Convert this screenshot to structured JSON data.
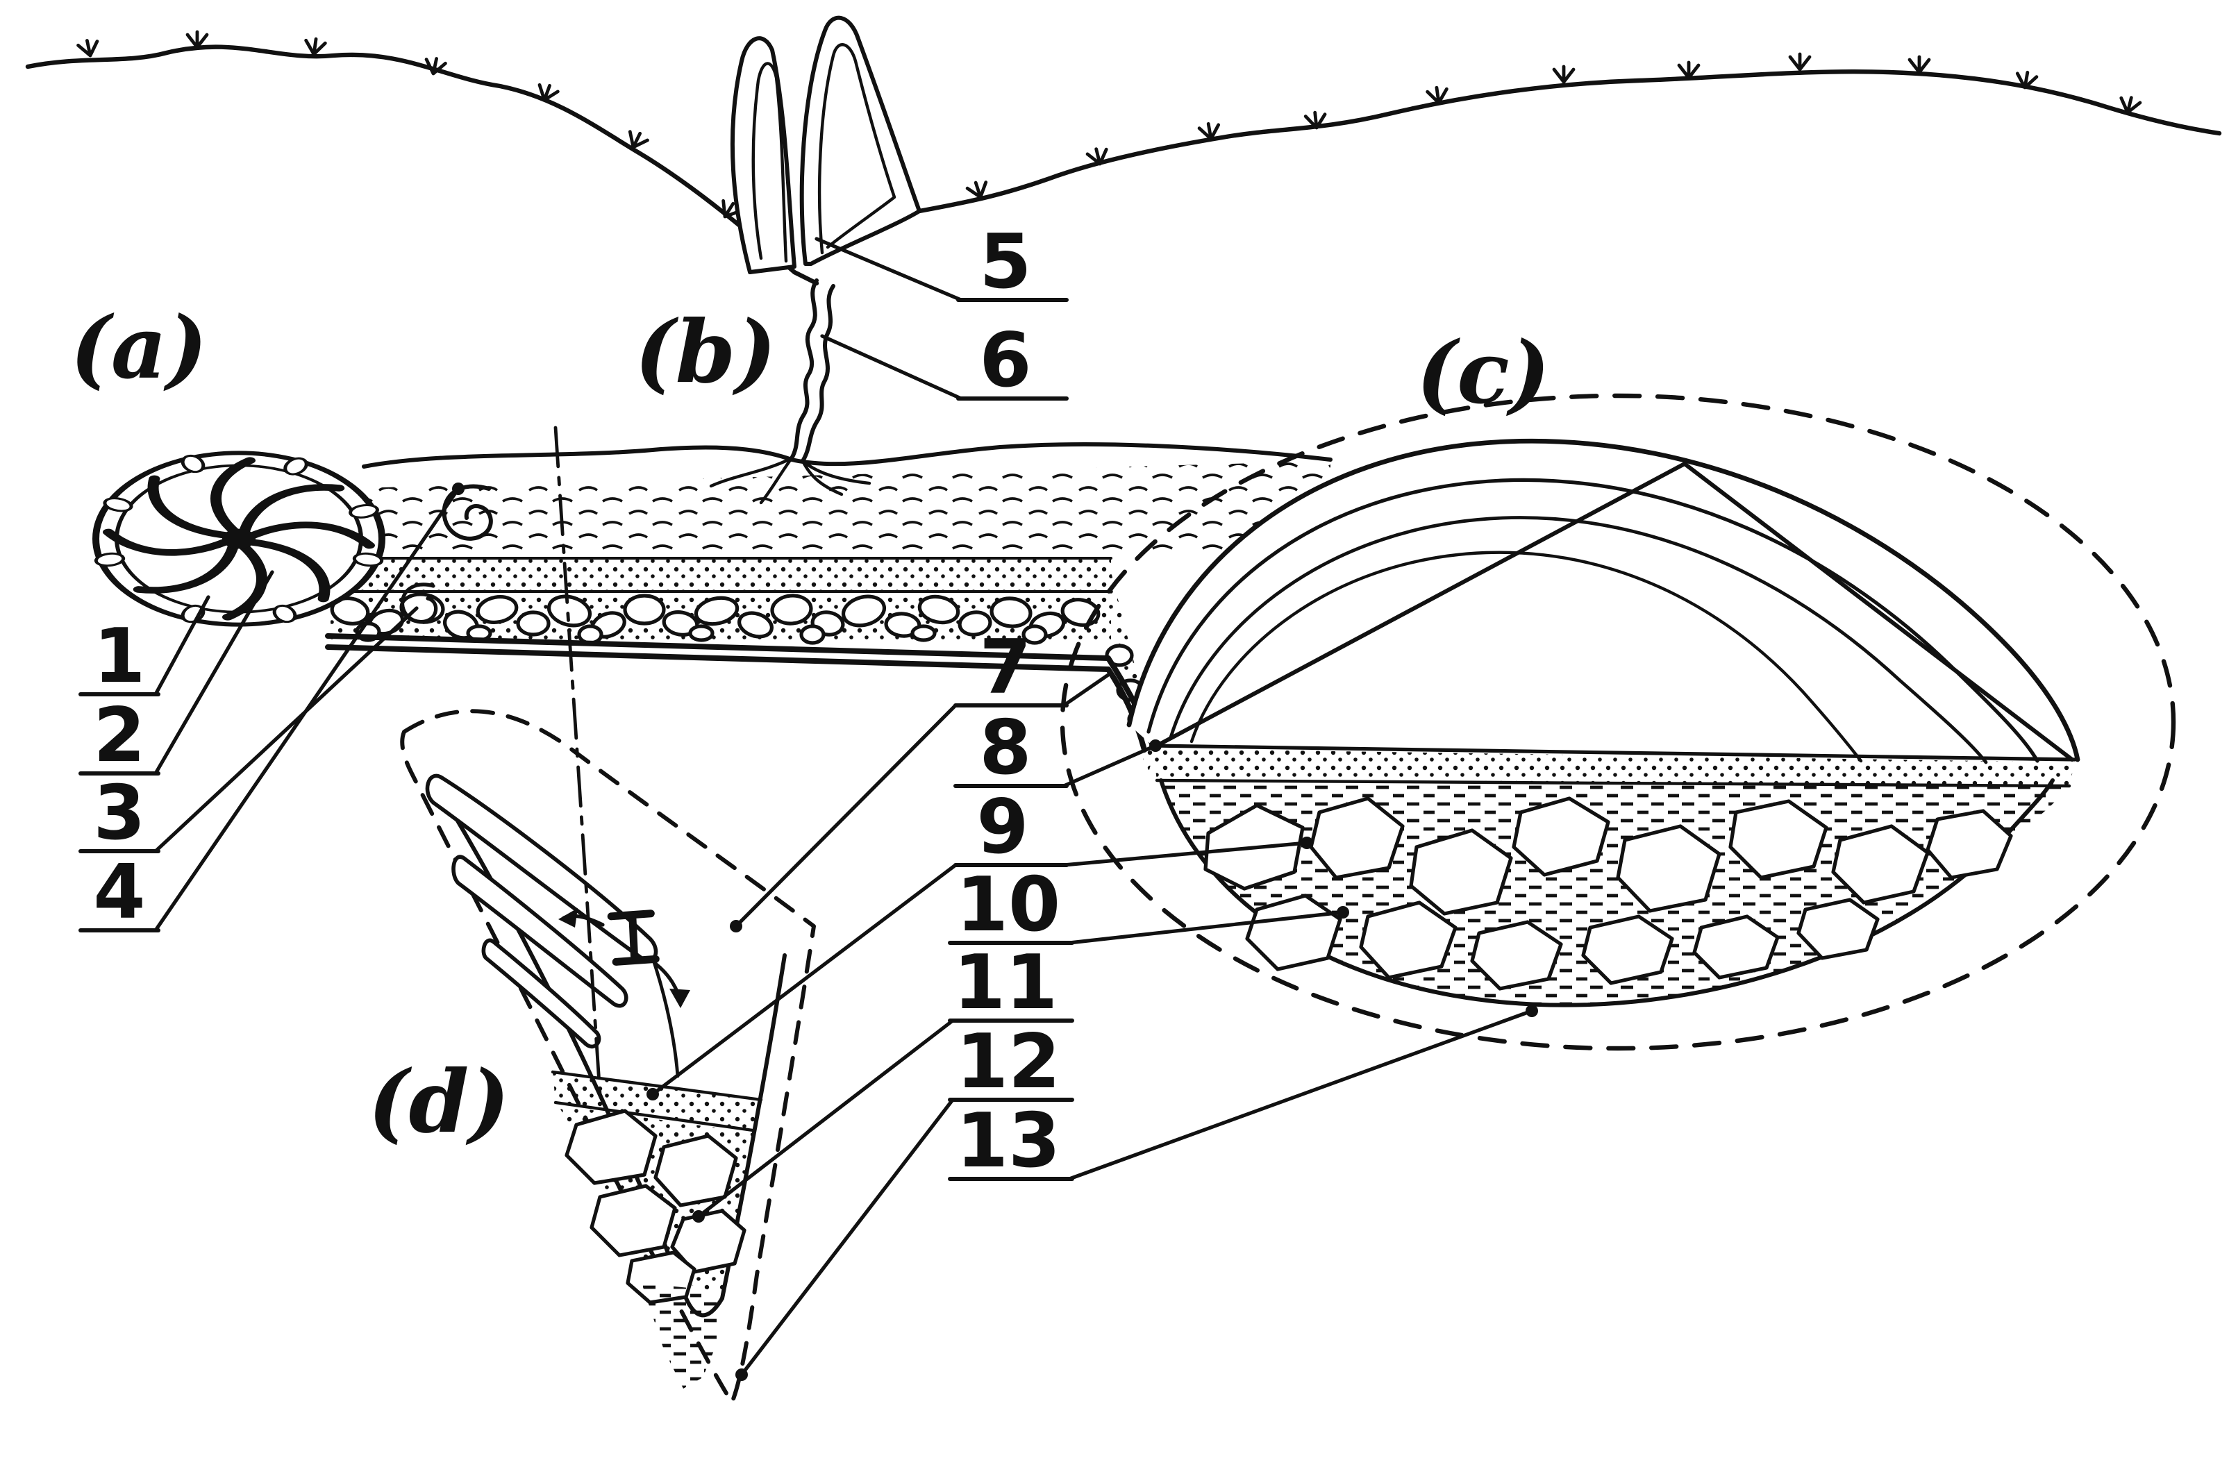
{
  "figure": {
    "panels": {
      "a": {
        "label": "(a)"
      },
      "b": {
        "label": "(b)"
      },
      "c": {
        "label": "(c)"
      },
      "d": {
        "label": "(d)"
      }
    },
    "callouts": [
      "1",
      "2",
      "3",
      "4",
      "5",
      "6",
      "7",
      "8",
      "9",
      "10",
      "11",
      "12",
      "13"
    ],
    "colors": {
      "ink": "#111111",
      "paper": "#ffffff"
    }
  }
}
